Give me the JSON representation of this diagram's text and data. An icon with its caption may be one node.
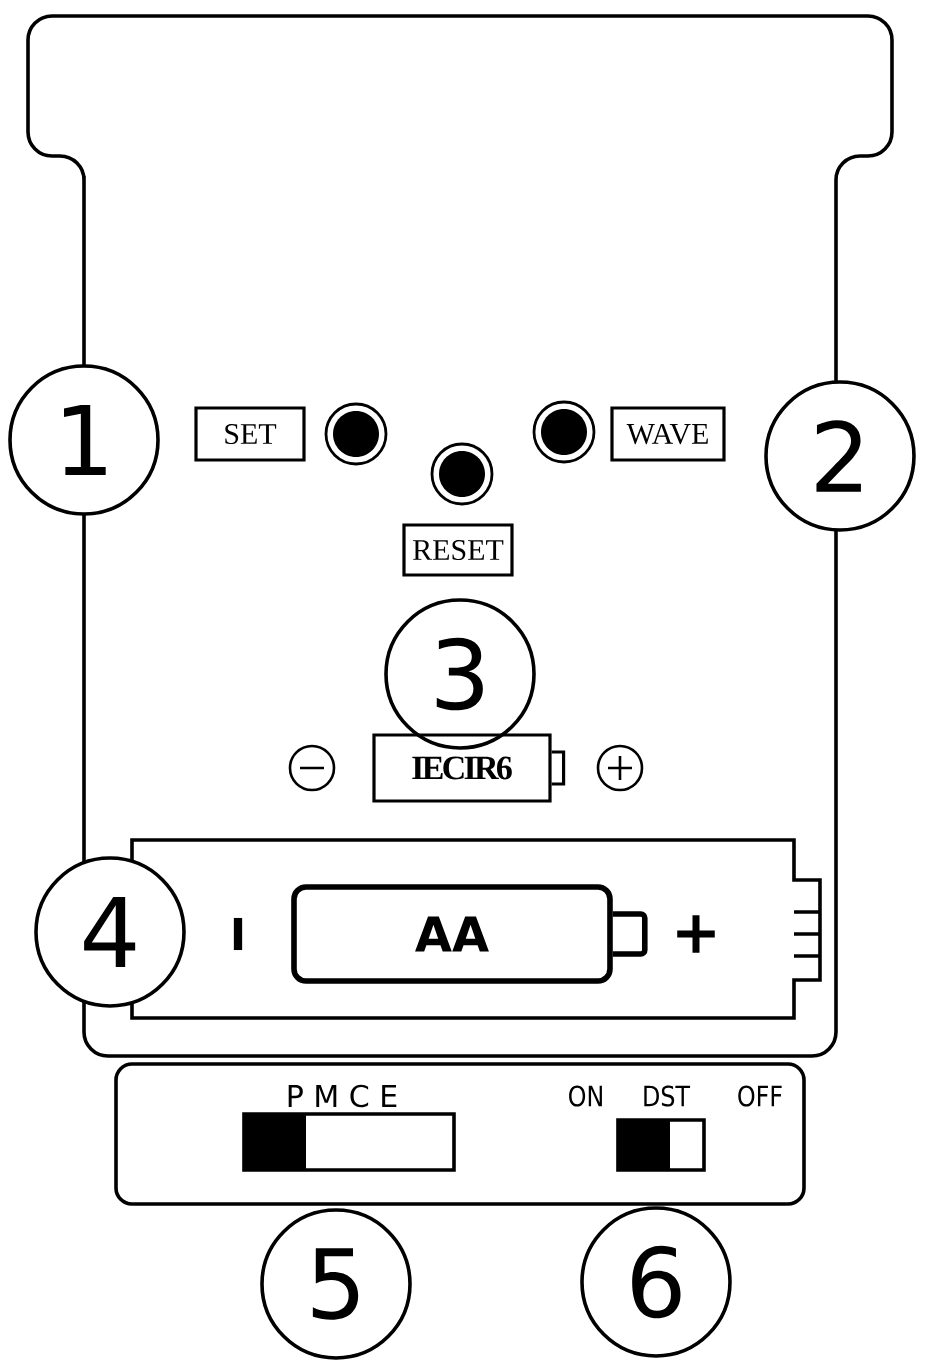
{
  "diagram": {
    "nodes": [
      {
        "text": [
          "1"
        ]
      },
      {
        "text": [
          "SET"
        ]
      },
      {
        "text": [
          "WAVE"
        ]
      },
      {
        "text": [
          "2"
        ]
      },
      {
        "text": [
          "RESET"
        ]
      },
      {
        "text": [
          "3"
        ]
      },
      {
        "text": [
          "IECIR6"
        ]
      },
      {
        "text": [
          "4"
        ]
      },
      {
        "text": [
          "AA"
        ]
      },
      {
        "text": [
          "5"
        ]
      },
      {
        "text": [
          "6"
        ]
      }
    ],
    "labels": [
      "I",
      "+",
      "P M C E",
      "ON",
      "DST",
      "OFF"
    ]
  }
}
